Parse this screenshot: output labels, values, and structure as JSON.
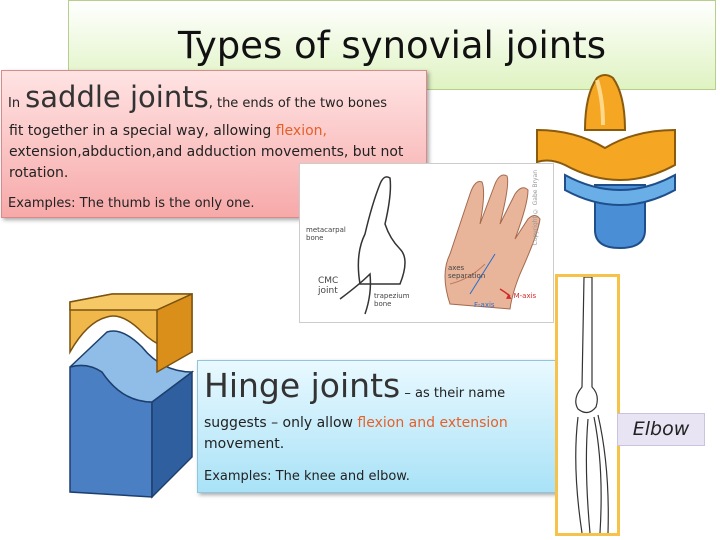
{
  "title": "Types of synovial joints",
  "saddle": {
    "intro": "In",
    "heading": "saddle joints",
    "tail": ", the ends of the two bones",
    "body_start": "fit together in a special way, allowing ",
    "body_hl": "flexion,",
    "body_end": "extension,abduction,and adduction movements, but not rotation.",
    "examples": "Examples: The thumb is the only one."
  },
  "hand_diagram": {
    "label_metacarpal": "metacarpal bone",
    "label_cmc": "CMC joint",
    "label_trapezium": "trapezium bone",
    "label_axes": "axes separation",
    "label_axis_red": "▲ M-axis",
    "label_axis_blue": "F-axis",
    "watermark": "Copyright © Gabe Bryan"
  },
  "hinge": {
    "heading": "Hinge joints",
    "tail": " – as their name",
    "body_start": "suggests – only allow ",
    "body_hl": "flexion and extension",
    "body_end": " movement.",
    "examples": "Examples: The knee and elbow."
  },
  "elbow_label": "Elbow",
  "colors": {
    "highlight": "#e4602a",
    "saddle_orange": "#f5a623",
    "saddle_blue": "#4a8fd6",
    "title_bg": "#dff3c2",
    "saddle_bg": "#f7a9a9",
    "hinge_bg": "#a9e2f7",
    "elbow_border": "#f6c24a"
  }
}
